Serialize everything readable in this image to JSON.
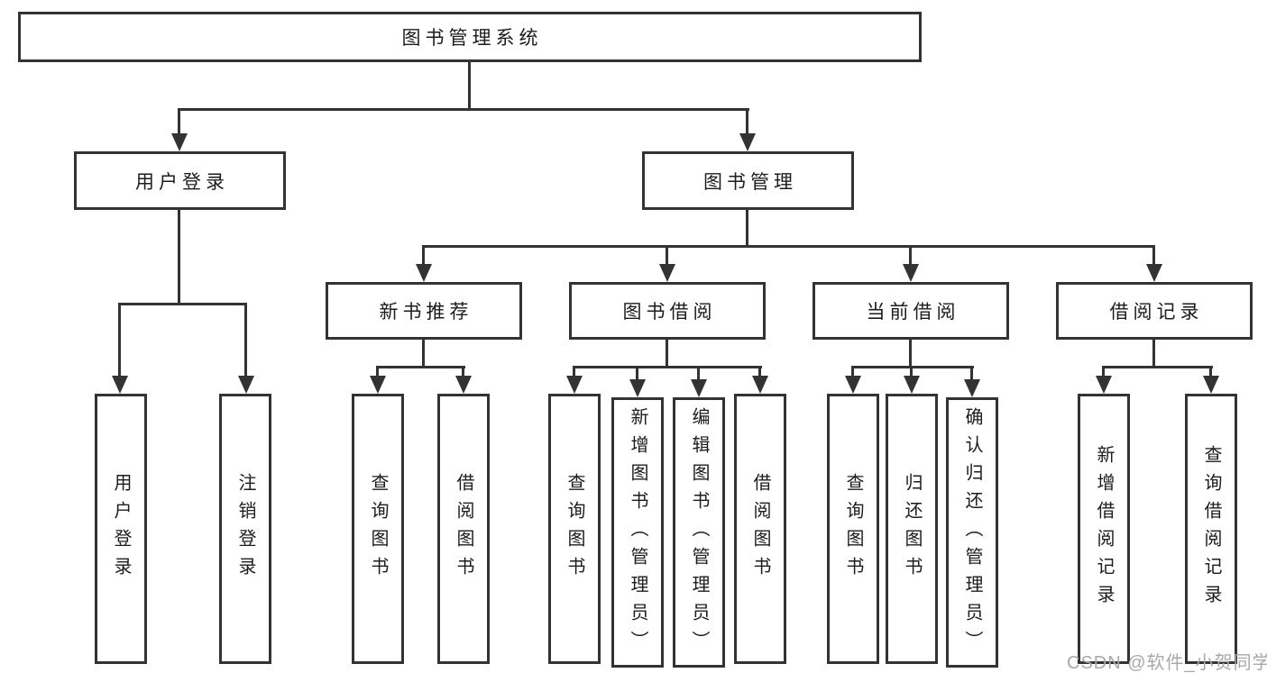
{
  "diagram": {
    "root": {
      "label": "图书管理系统"
    },
    "branches": [
      {
        "label": "用户登录",
        "children": [
          {
            "label": "用户登录"
          },
          {
            "label": "注销登录"
          }
        ]
      },
      {
        "label": "图书管理",
        "children": [
          {
            "label": "新书推荐",
            "children": [
              {
                "label": "查询图书"
              },
              {
                "label": "借阅图书"
              }
            ]
          },
          {
            "label": "图书借阅",
            "children": [
              {
                "label": "查询图书"
              },
              {
                "label": "新增图书（管理员）"
              },
              {
                "label": "编辑图书（管理员）"
              },
              {
                "label": "借阅图书"
              }
            ]
          },
          {
            "label": "当前借阅",
            "children": [
              {
                "label": "查询图书"
              },
              {
                "label": "归还图书"
              },
              {
                "label": "确认归还（管理员）"
              }
            ]
          },
          {
            "label": "借阅记录",
            "children": [
              {
                "label": "新增借阅记录"
              },
              {
                "label": "查询借阅记录"
              }
            ]
          }
        ]
      }
    ]
  },
  "watermark": {
    "text": "CSDN @软件_小贺同学"
  },
  "colors": {
    "line": "#333333",
    "text": "#1c1c1c",
    "background": "#ffffff",
    "watermark": "#a8a8a8"
  }
}
